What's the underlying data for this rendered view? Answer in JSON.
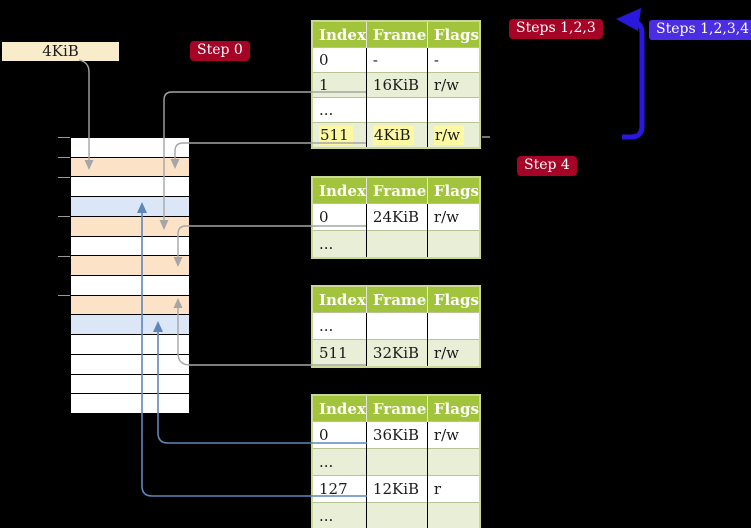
{
  "page_size_box": "4KiB",
  "badges": {
    "step0": "Step 0",
    "steps123": "Steps 1,2,3",
    "steps1234": "Steps 1,2,3,4",
    "step4": "Step 4"
  },
  "table_headers": [
    "Index",
    "Frame",
    "Flags"
  ],
  "tables": [
    {
      "name": "page-table-top",
      "rows": [
        {
          "index": "0",
          "frame": "-",
          "flags": "-",
          "shaded": false,
          "highlight": false
        },
        {
          "index": "1",
          "frame": "16KiB",
          "flags": "r/w",
          "shaded": true,
          "highlight": false
        },
        {
          "index": "...",
          "frame": "",
          "flags": "",
          "shaded": false,
          "highlight": false
        },
        {
          "index": "511",
          "frame": "4KiB",
          "flags": "r/w",
          "shaded": true,
          "highlight": true
        }
      ]
    },
    {
      "name": "page-table-second",
      "rows": [
        {
          "index": "0",
          "frame": "24KiB",
          "flags": "r/w",
          "shaded": false,
          "highlight": false
        },
        {
          "index": "...",
          "frame": "",
          "flags": "",
          "shaded": true,
          "highlight": false
        }
      ]
    },
    {
      "name": "page-table-third",
      "rows": [
        {
          "index": "...",
          "frame": "",
          "flags": "",
          "shaded": false,
          "highlight": false
        },
        {
          "index": "511",
          "frame": "32KiB",
          "flags": "r/w",
          "shaded": true,
          "highlight": false
        }
      ]
    },
    {
      "name": "page-table-fourth",
      "rows": [
        {
          "index": "0",
          "frame": "36KiB",
          "flags": "r/w",
          "shaded": false,
          "highlight": false
        },
        {
          "index": "...",
          "frame": "",
          "flags": "",
          "shaded": true,
          "highlight": false
        },
        {
          "index": "127",
          "frame": "12KiB",
          "flags": "r",
          "shaded": false,
          "highlight": false
        },
        {
          "index": "...",
          "frame": "",
          "flags": "",
          "shaded": true,
          "highlight": false
        }
      ]
    }
  ],
  "memory_rows": [
    "white",
    "orange",
    "white",
    "blue",
    "orange",
    "white",
    "orange",
    "white",
    "orange",
    "blue",
    "white",
    "white",
    "white",
    "white"
  ],
  "colors": {
    "background": "#000000",
    "table_header_bg": "#a2c43c",
    "table_shaded_row": "#e9eed6",
    "table_border": "#c9d893",
    "highlight_yellow": "#fdf9a2",
    "memory_orange": "#fce3c8",
    "memory_blue": "#dbe7f6",
    "badge_crimson": "#a60426",
    "badge_blue": "#4b2ee4",
    "label_cream": "#f9ecca",
    "arrow_gray": "#a6a6a6",
    "arrow_steel_blue": "#5f86bb",
    "arrow_big_blue": "#2a19dd"
  }
}
